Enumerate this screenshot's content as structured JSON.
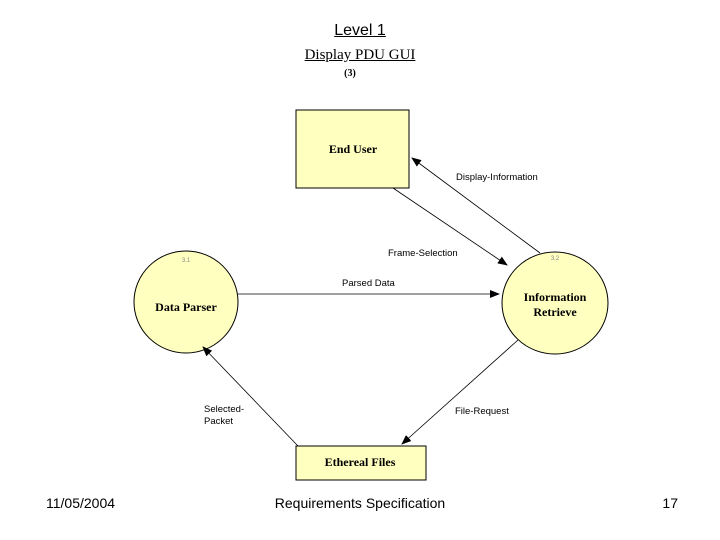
{
  "header": {
    "title": "Level 1",
    "subtitle": "Display PDU GUI",
    "number": "(3)"
  },
  "diagram": {
    "entities": {
      "end_user": "End User",
      "ethereal_files": "Ethereal Files"
    },
    "processes": {
      "data_parser": {
        "label": "Data Parser",
        "id": "3.1"
      },
      "information_retrieve": {
        "label_line1": "Information",
        "label_line2": "Retrieve",
        "id": "3.2"
      }
    },
    "flows": {
      "display_information": "Display-Information",
      "frame_selection": "Frame-Selection",
      "parsed_data": "Parsed Data",
      "selected_packet_line1": "Selected-",
      "selected_packet_line2": "Packet",
      "file_request": "File-Request"
    },
    "colors": {
      "fill": "#ffffc0",
      "stroke": "#000000"
    }
  },
  "footer": {
    "date": "11/05/2004",
    "center": "Requirements Specification",
    "page": "17"
  }
}
